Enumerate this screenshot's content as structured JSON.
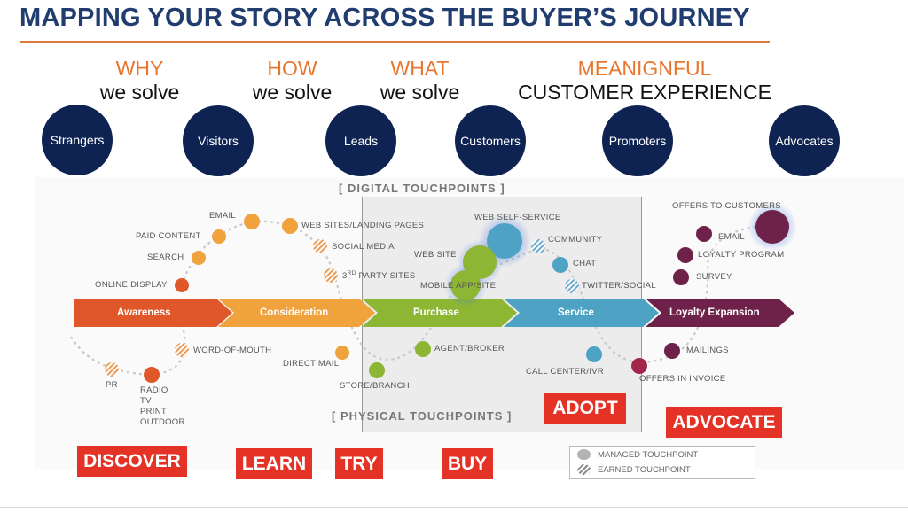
{
  "title": "MAPPING YOUR STORY ACROSS THE BUYER’S JOURNEY",
  "headers": [
    {
      "top": "WHY",
      "bottom": "we solve"
    },
    {
      "top": "HOW",
      "bottom": "we solve"
    },
    {
      "top": "WHAT",
      "bottom": "we solve"
    },
    {
      "top": "MEANIGNFUL",
      "bottom": "CUSTOMER EXPERIENCE"
    }
  ],
  "audience": [
    "Strangers",
    "Visitors",
    "Leads",
    "Customers",
    "Promoters",
    "Advocates"
  ],
  "brackets": {
    "digital": "[ DIGITAL TOUCHPOINTS ]",
    "physical": "[ PHYSICAL TOUCHPOINTS ]"
  },
  "stages": [
    "Awareness",
    "Consideration",
    "Purchase",
    "Service",
    "Loyalty Expansion"
  ],
  "stage_colors": [
    "#e0572a",
    "#f0a23c",
    "#8db635",
    "#4ea3c5",
    "#6e2249"
  ],
  "touchpoints": {
    "email": "EMAIL",
    "paid_content": "PAID CONTENT",
    "search": "SEARCH",
    "online_display": "ONLINE DISPLAY",
    "web_sites": "WEB SITES/LANDING PAGES",
    "social_media": "SOCIAL MEDIA",
    "third_party_prefix": "3",
    "third_party_sup": "RD",
    "third_party_suffix": " PARTY SITES",
    "web_self_service": "WEB SELF-SERVICE",
    "web_site": "WEB SITE",
    "mobile_app": "MOBILE APP/SITE",
    "community": "COMMUNITY",
    "chat": "CHAT",
    "twitter": "TWITTER/SOCIAL",
    "offers_to_customers": "OFFERS TO CUSTOMERS",
    "email_loyalty": "EMAIL",
    "loyalty_program": "LOYALTY PROGRAM",
    "survey": "SURVEY",
    "word_of_mouth": "WORD-OF-MOUTH",
    "direct_mail": "DIRECT MAIL",
    "pr": "PR",
    "radio": "RADIO",
    "tv": "TV",
    "print": "PRINT",
    "outdoor": "OUTDOOR",
    "agent_broker": "AGENT/BROKER",
    "store_branch": "STORE/BRANCH",
    "call_center": "CALL CENTER/IVR",
    "mailings": "MAILINGS",
    "offers_in_invoice": "OFFERS IN INVOICE"
  },
  "phases": [
    "DISCOVER",
    "LEARN",
    "TRY",
    "BUY",
    "ADOPT",
    "ADVOCATE"
  ],
  "legend": {
    "managed": "MANAGED TOUCHPOINT",
    "earned": "EARNED TOUCHPOINT"
  }
}
